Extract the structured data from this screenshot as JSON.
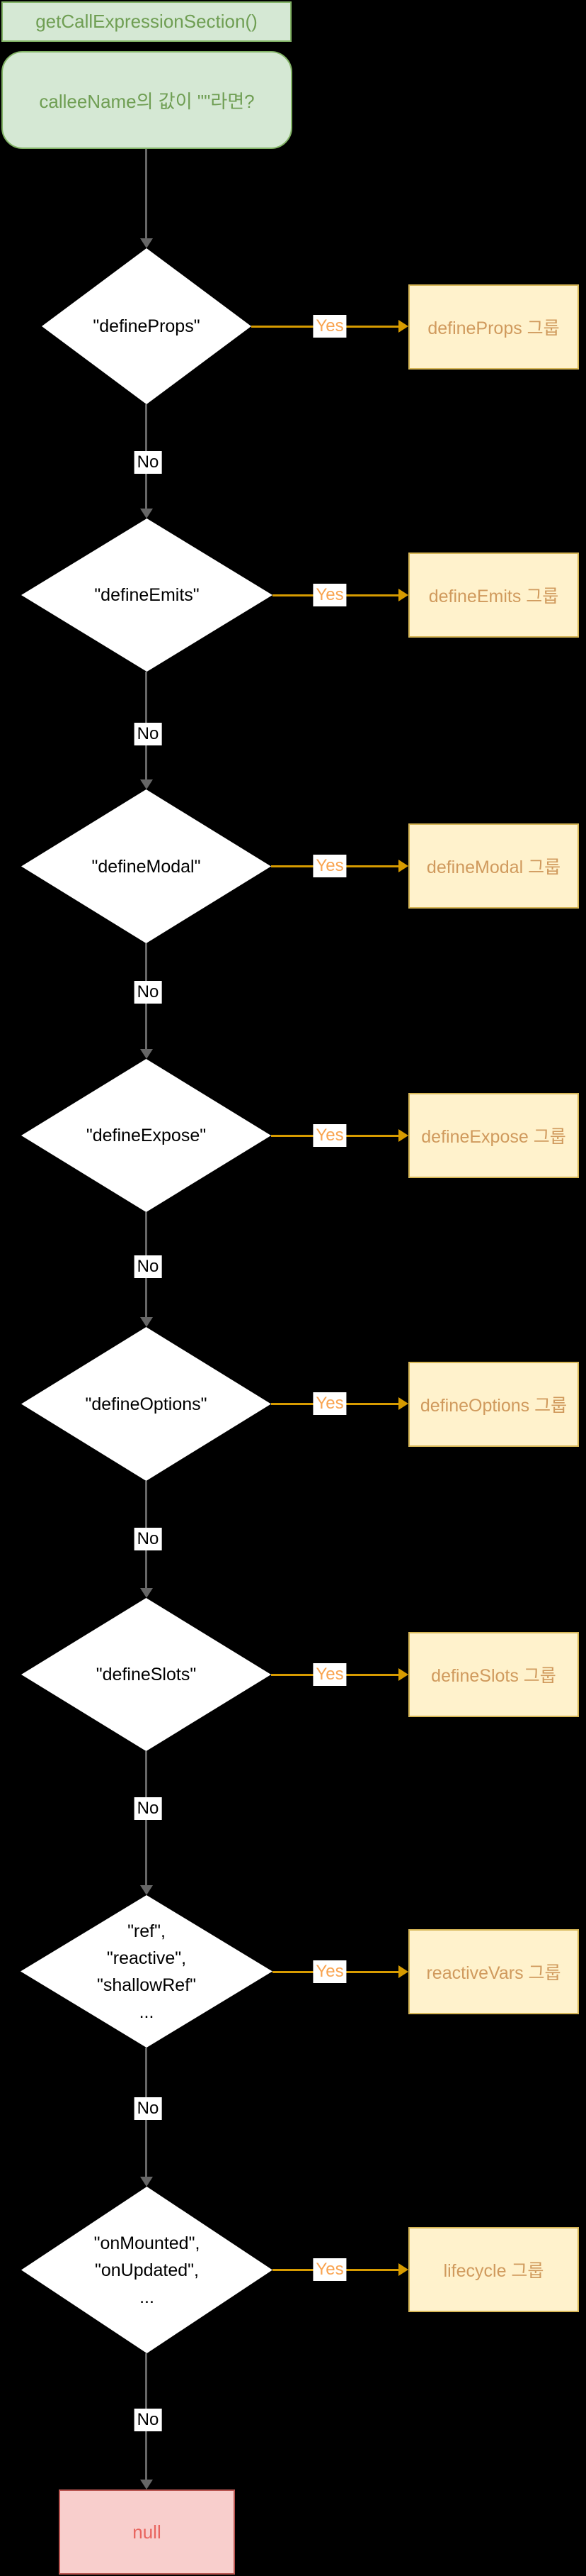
{
  "header": {
    "function_label": "getCallExpressionSection()",
    "question_label": "calleeName의 값이 \"\"라면?"
  },
  "edge_labels": {
    "yes": "Yes",
    "no": "No"
  },
  "decisions": [
    {
      "condition": "\"defineProps\"",
      "group": "defineProps 그룹"
    },
    {
      "condition": "\"defineEmits\"",
      "group": "defineEmits 그룹"
    },
    {
      "condition": "\"defineModal\"",
      "group": "defineModal 그룹"
    },
    {
      "condition": "\"defineExpose\"",
      "group": "defineExpose 그룹"
    },
    {
      "condition": "\"defineOptions\"",
      "group": "defineOptions 그룹"
    },
    {
      "condition": "\"defineSlots\"",
      "group": "defineSlots 그룹"
    },
    {
      "condition_lines": [
        "\"ref\",",
        "\"reactive\",",
        "\"shallowRef\"",
        "..."
      ],
      "group": "reactiveVars 그룹"
    },
    {
      "condition_lines": [
        "\"onMounted\",",
        "\"onUpdated\",",
        "..."
      ],
      "group": "lifecycle 그룹"
    }
  ],
  "terminal": {
    "label": "null"
  },
  "colors": {
    "background": "#000000",
    "green_fill": "#d5e8d4",
    "green_stroke": "#82b366",
    "green_text": "#6f9e53",
    "yellow_fill": "#fff2cc",
    "yellow_stroke": "#d6b656",
    "yellow_text": "#d09a5d",
    "yes_edge": "#d79b00",
    "yes_label_text": "#f9a450",
    "no_edge": "#666666",
    "diamond_fill": "#ffffff",
    "diamond_text": "#000000",
    "terminal_fill": "#f8cecc",
    "terminal_stroke": "#b85450",
    "terminal_text": "#e8655f"
  }
}
